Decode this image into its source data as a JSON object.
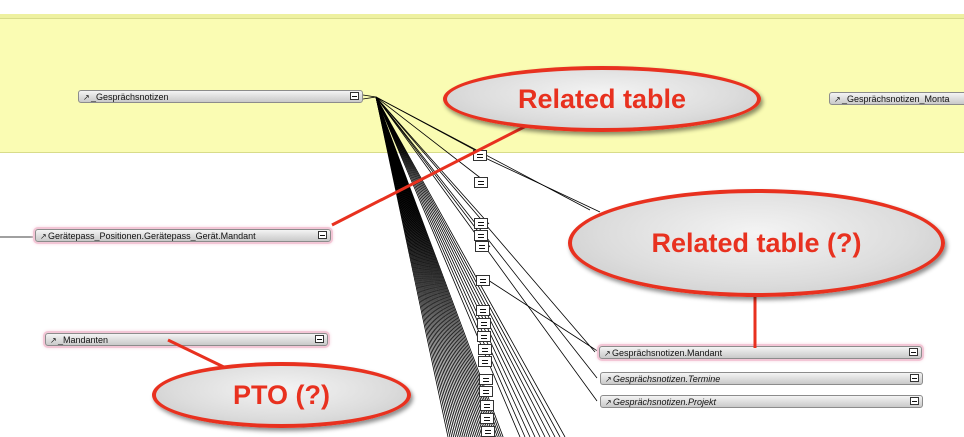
{
  "colors": {
    "band": "#fafcb3",
    "callout_text": "#e8311f",
    "callout_border": "#e8311f",
    "pointer": "#e8311f",
    "relation_line": "#000000"
  },
  "occurrences": {
    "gespraechsnotizen": "_Gesprächsnotizen",
    "gespraechsnotizen_montage": "_Gesprächsnotizen_Monta",
    "geraetepass": "Gerätepass_Positionen.Gerätepass_Gerät.Mandant",
    "mandanten": "_Mandanten",
    "gn_mandant": "Gesprächsnotizen.Mandant",
    "gn_termine": "Gesprächsnotizen.Termine",
    "gn_projekt": "Gesprächsnotizen.Projekt"
  },
  "icons": {
    "occurrence_arrow": "↗",
    "collapse": "collapse-icon",
    "relation_operator": "equals-operator-icon"
  },
  "callouts": {
    "related_table": "Related table",
    "related_table_q": "Related table (?)",
    "pto_q": "PTO (?)"
  }
}
